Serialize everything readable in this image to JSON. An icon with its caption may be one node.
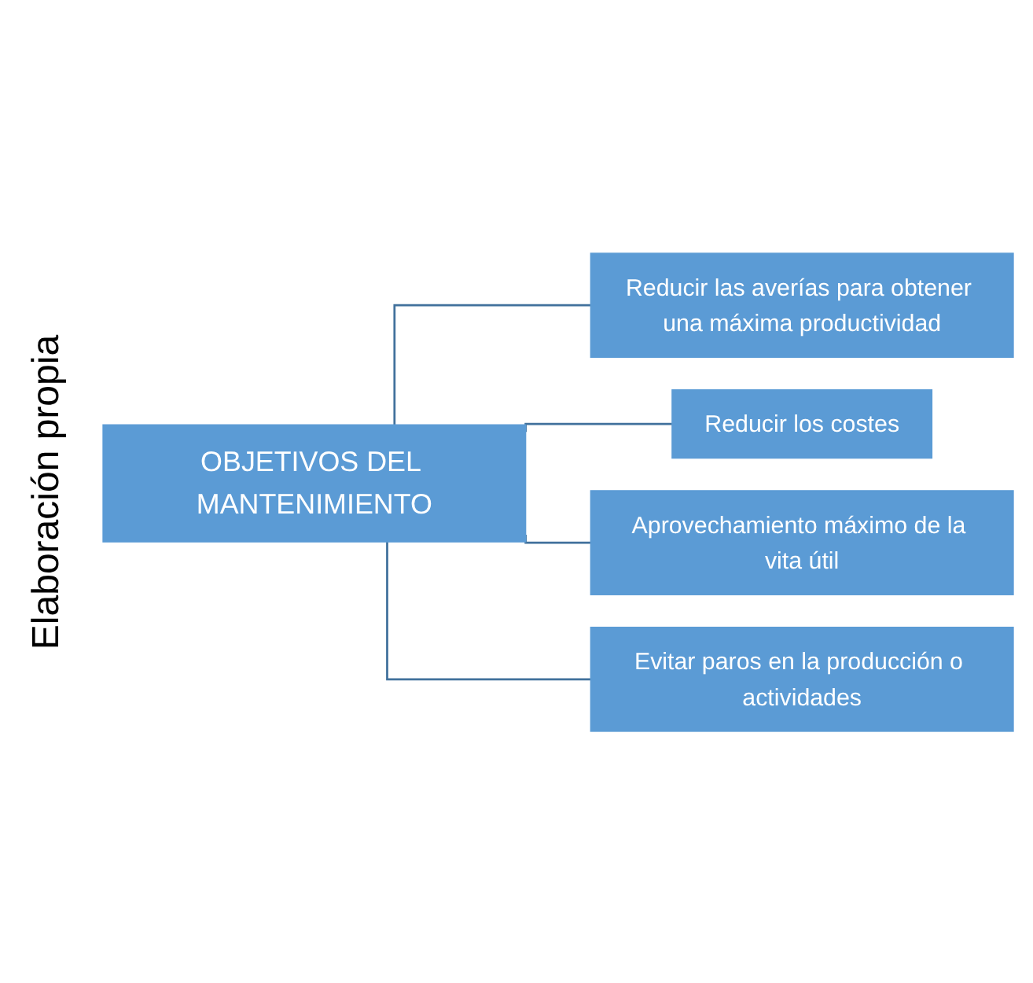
{
  "diagram": {
    "nodes": [
      {
        "text": [
          "OBJETIVOS DEL MANTENIMIENTO"
        ]
      },
      {
        "text": [
          "Reducir las averías para obtener una máxima productividad"
        ]
      },
      {
        "text": [
          "Reducir los costes"
        ]
      },
      {
        "text": [
          "Aprovechamiento máximo de la vita útil"
        ]
      },
      {
        "text": [
          "Evitar paros en la producción o actividades"
        ]
      }
    ],
    "edges": [
      {
        "from": 0,
        "to": 1,
        "arrow": "none"
      },
      {
        "from": 0,
        "to": 2,
        "arrow": "none"
      },
      {
        "from": 0,
        "to": 3,
        "arrow": "none"
      },
      {
        "from": 0,
        "to": 4,
        "arrow": "none"
      }
    ],
    "labels": [
      "Elaboración propia"
    ]
  }
}
